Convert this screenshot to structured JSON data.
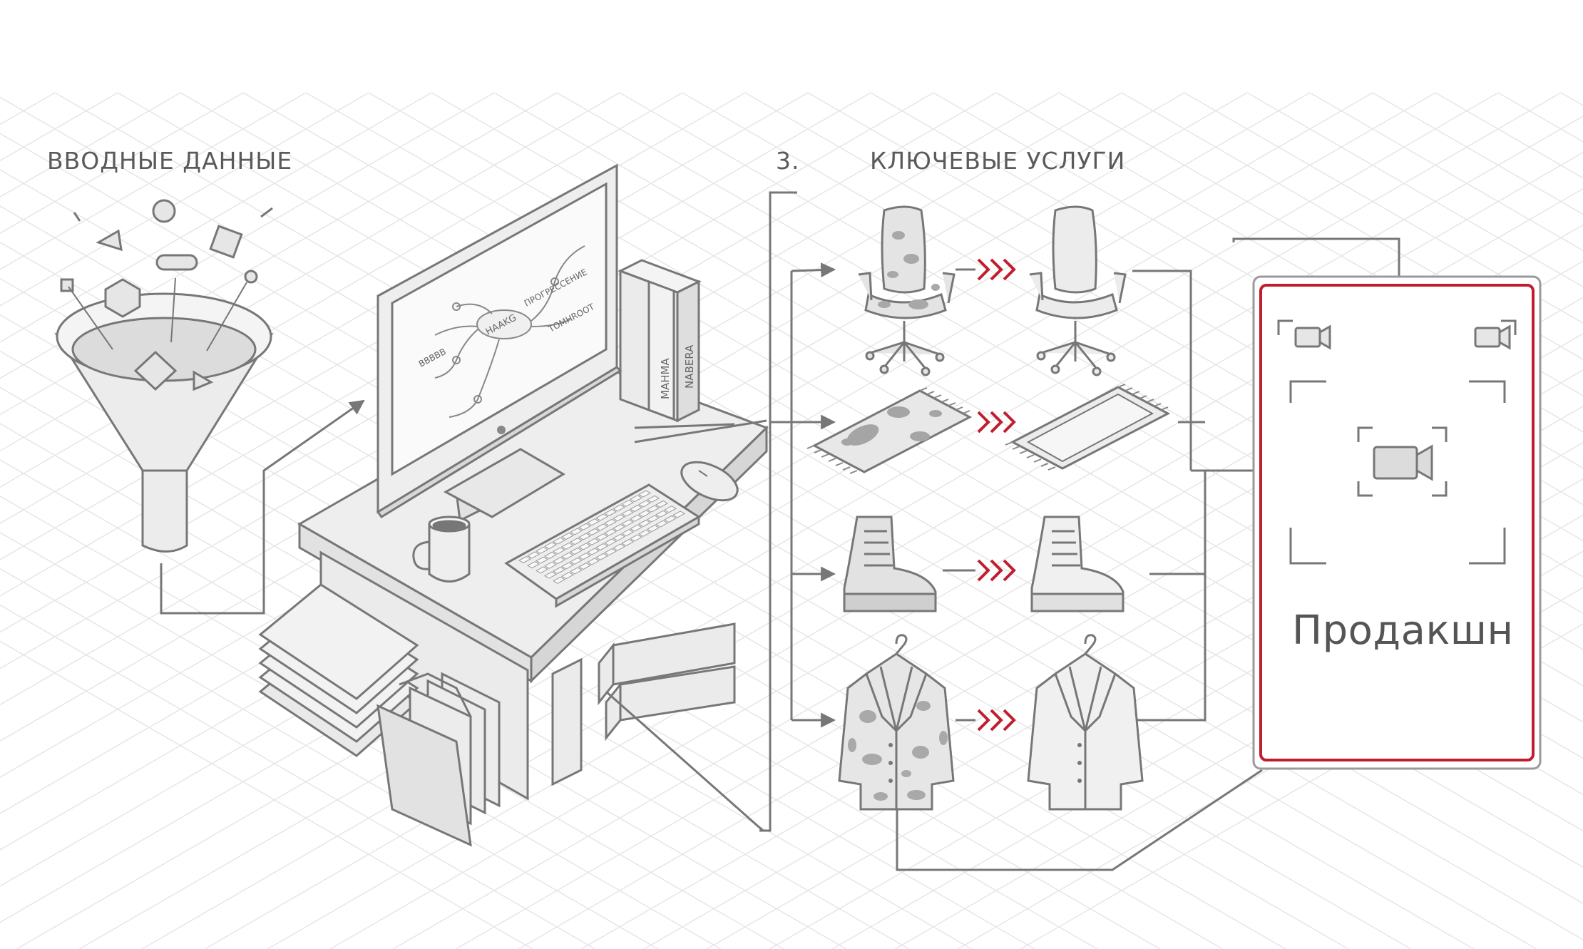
{
  "input_section": {
    "title": "ВВОДНЫЕ ДАННЫЕ"
  },
  "services_section": {
    "number": "3.",
    "title": "КЛЮЧЕВЫЕ УСЛУГИ"
  },
  "production_panel": {
    "title": "Продакшн"
  },
  "monitor_mindmap": {
    "center": "HAAKG",
    "nodes": [
      "ПРОГРЕССЕНИЕ",
      "TOMHROOT",
      "BBBBB"
    ]
  },
  "books": {
    "spine_1": "MAHMA",
    "spine_2": "NABERA"
  },
  "colors": {
    "line": "#777777",
    "fill": "#e8e8e8",
    "accent": "#c01e2e",
    "grid": "#e6e6e6"
  },
  "icons": [
    "funnel-icon",
    "monitor-icon",
    "keyboard-icon",
    "mouse-icon",
    "mug-icon",
    "books-icon",
    "folder-icon",
    "chair-icon",
    "rug-icon",
    "boot-icon",
    "jacket-icon",
    "triple-chevron-icon",
    "video-camera-icon"
  ]
}
